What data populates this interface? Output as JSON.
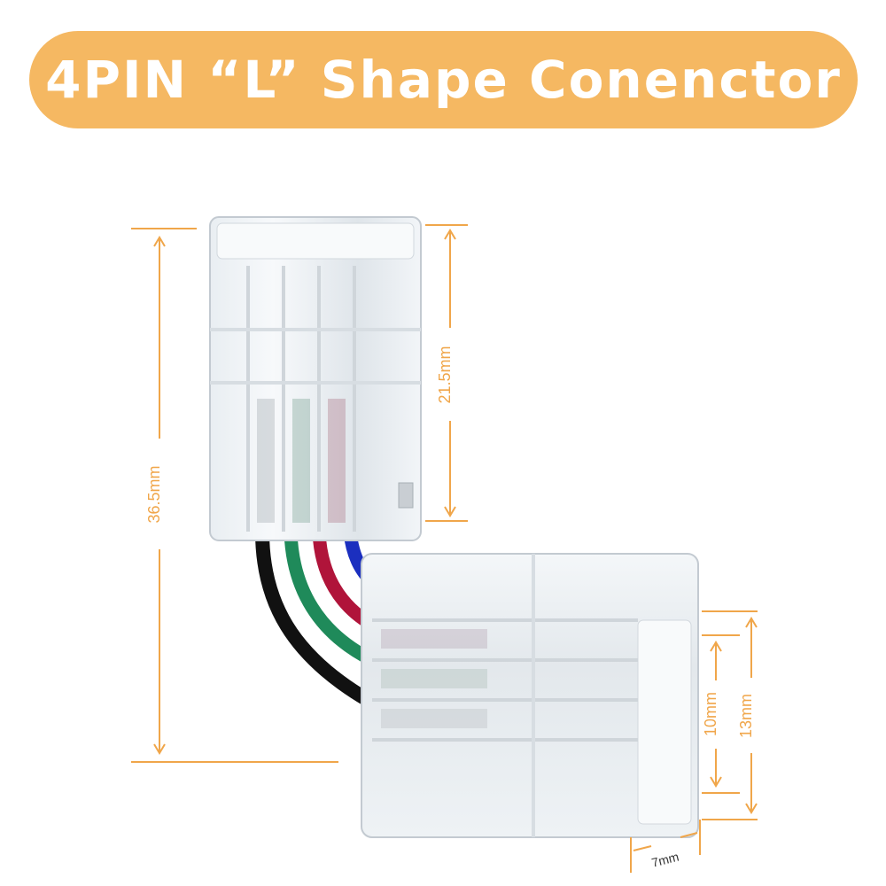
{
  "banner": {
    "title": "4PIN “L” Shape Conenctor",
    "color": "#f5b862"
  },
  "dimensions": {
    "total_height": "36.5mm",
    "connector_length": "21.5mm",
    "inner_width": "10mm",
    "outer_width": "13mm",
    "thickness": "7mm"
  },
  "colors": {
    "dimension_line": "#f0a64a",
    "wire_black": "#111111",
    "wire_green": "#1f8a5a",
    "wire_red": "#b0143a",
    "wire_blue": "#1b2fbf"
  }
}
